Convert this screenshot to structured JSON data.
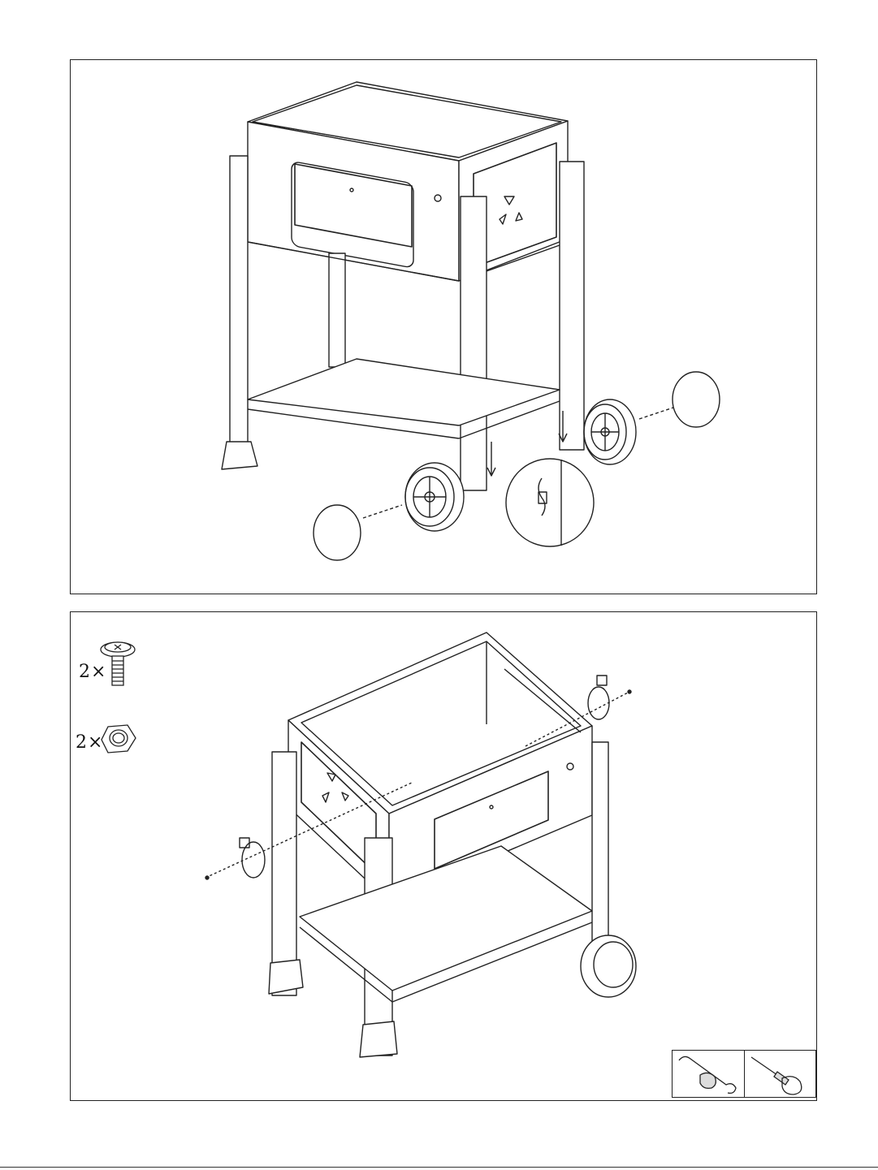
{
  "page": {
    "line_color": "#222222",
    "background": "#ffffff"
  },
  "step_top": {
    "icons": [
      "cart-frame",
      "wheel-left",
      "wheel-right",
      "hubcap",
      "axle",
      "cotter-pin-detail"
    ]
  },
  "step_bottom": {
    "parts": [
      {
        "quantity": "2×",
        "icon": "bolt-icon"
      },
      {
        "quantity": "2×",
        "icon": "nut-icon"
      }
    ],
    "tools": [
      "wrench-icon",
      "screwdriver-icon"
    ]
  }
}
